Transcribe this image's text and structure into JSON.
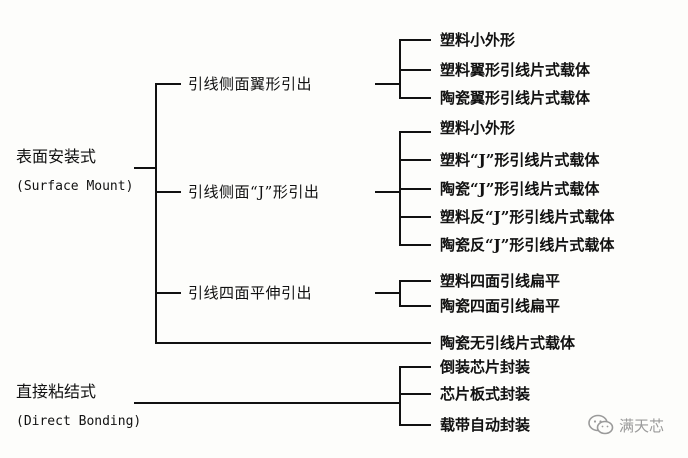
{
  "diagram": {
    "surface_mount": {
      "label": "表面安装式",
      "label_en": "(Surface Mount)",
      "branches": [
        {
          "label": "引线侧面翼形引出",
          "children": [
            "塑料小外形",
            "塑料翼形引线片式载体",
            "陶瓷翼形引线片式载体"
          ]
        },
        {
          "label": "引线侧面“J”形引出",
          "children": [
            "塑料小外形",
            "塑料“J”形引线片式载体",
            "陶瓷“J”形引线片式载体",
            "塑料反“J”形引线片式载体",
            "陶瓷反“J”形引线片式载体"
          ]
        },
        {
          "label": "引线四面平伸引出",
          "children": [
            "塑料四面引线扁平",
            "陶瓷四面引线扁平"
          ]
        }
      ],
      "direct_leaf": "陶瓷无引线片式载体"
    },
    "direct_bonding": {
      "label": "直接粘结式",
      "label_en": "(Direct Bonding)",
      "children": [
        "倒装芯片封装",
        "芯片板式封装",
        "载带自动封装"
      ]
    }
  },
  "watermark": {
    "icon": "wechat-icon",
    "text": "满天芯",
    "color": "#9a9a9a"
  }
}
